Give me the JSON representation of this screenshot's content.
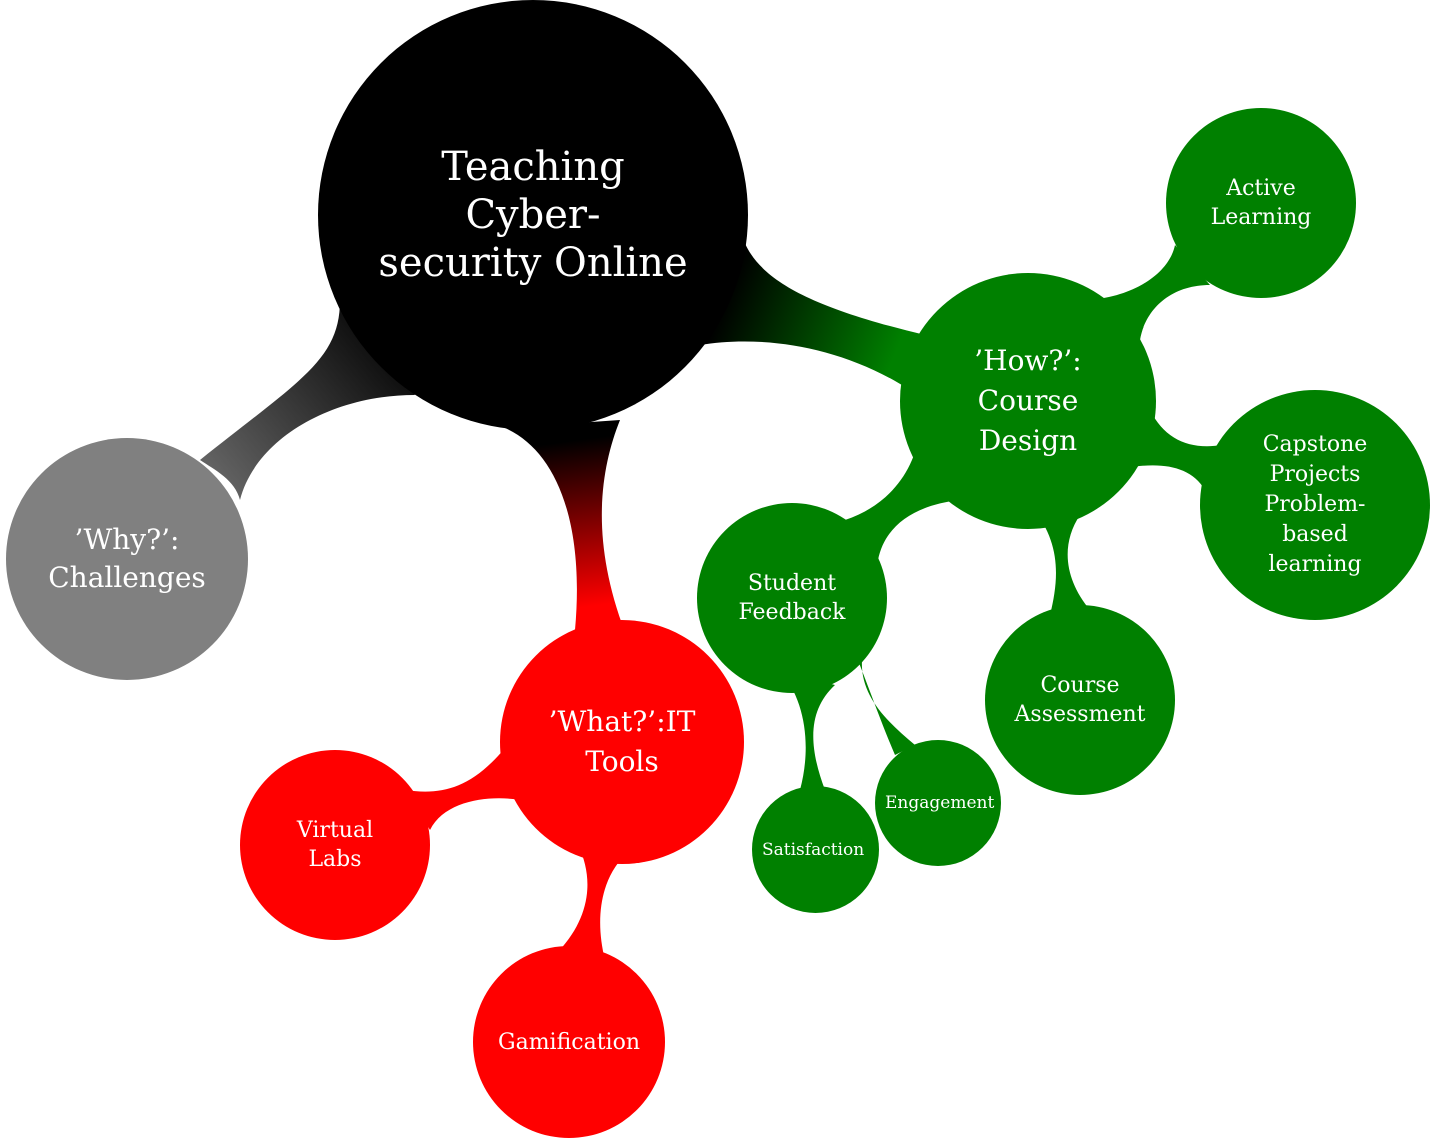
{
  "colors": {
    "root": "#000000",
    "why": "#808080",
    "what": "#ff0000",
    "how": "#008000",
    "text": "#ffffff"
  },
  "nodes": {
    "root": {
      "label": "Teaching Cyber-\nsecurity Online"
    },
    "why": {
      "label": "’Why?’:\nChallenges"
    },
    "what": {
      "label": "’What?’:IT\nTools"
    },
    "virtual_labs": {
      "label": "Virtual\nLabs"
    },
    "gamification": {
      "label": "Gamification"
    },
    "how": {
      "label": "’How?’:\nCourse\nDesign"
    },
    "active_learning": {
      "label": "Active\nLearning"
    },
    "capstone": {
      "label": "Capstone\nProjects\nProblem-\nbased\nlearning"
    },
    "course_assessment": {
      "label": "Course\nAssessment"
    },
    "student_feedback": {
      "label": "Student\nFeedback"
    },
    "satisfaction": {
      "label": "Satisfaction"
    },
    "engagement": {
      "label": "Engagement"
    }
  }
}
